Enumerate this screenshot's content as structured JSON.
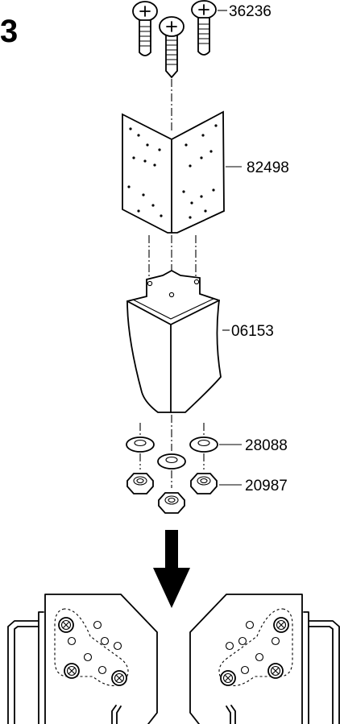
{
  "step_number": "3",
  "parts": [
    {
      "id": "screws",
      "part_number": "36236"
    },
    {
      "id": "corner-bracket",
      "part_number": "82498"
    },
    {
      "id": "leg",
      "part_number": "06153"
    },
    {
      "id": "washers",
      "part_number": "28088"
    },
    {
      "id": "nuts",
      "part_number": "20987"
    }
  ],
  "colors": {
    "line": "#000000",
    "background": "#ffffff"
  }
}
